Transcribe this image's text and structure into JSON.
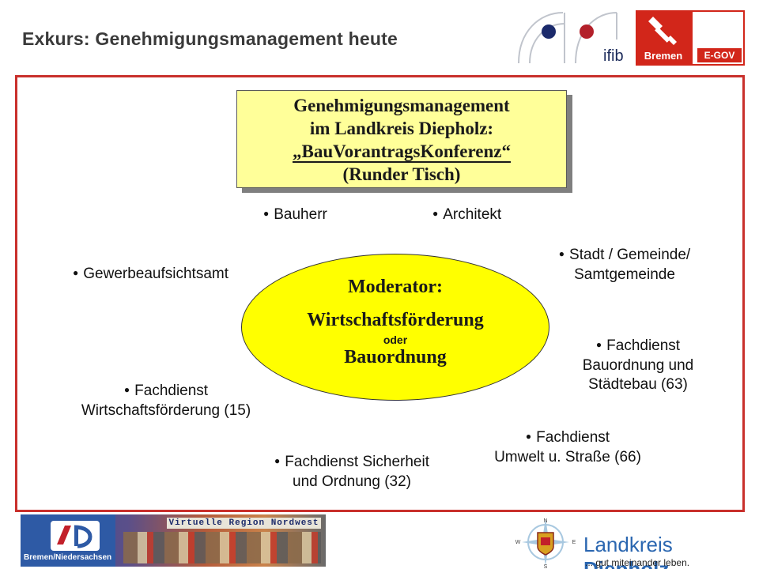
{
  "header": {
    "title": "Exkurs: Genehmigungsmanagement heute",
    "ifib_logo_text": "ifib",
    "bremen_logo_text": "Bremen",
    "egov_logo_text": "E-GOV"
  },
  "diagram": {
    "title_lines": [
      "Genehmigungsmanagement",
      "im Landkreis Diepholz:",
      "„BauVorantragsKonferenz“",
      "(Runder Tisch)"
    ],
    "title_box_color": "#ffff99",
    "moderator": {
      "line1": "Moderator:",
      "line2": "Wirtschaftsförderung",
      "line3": "oder",
      "line4": "Bauordnung",
      "color": "#ffff00"
    },
    "participants": {
      "bauherr": "Bauherr",
      "architekt": "Architekt",
      "stadt_line1": "Stadt / Gemeinde/",
      "stadt_line2": "Samtgemeinde",
      "gewerbe": "Gewerbeaufsichtsamt",
      "bauordnung_line1": "Fachdienst",
      "bauordnung_line2": "Bauordnung und",
      "bauordnung_line3": "Städtebau (63)",
      "wirtschaft_line1": "Fachdienst",
      "wirtschaft_line2": "Wirtschaftsförderung (15)",
      "umwelt_line1": "Fachdienst",
      "umwelt_line2": "Umwelt u. Straße (66)",
      "sicherheit_line1": "Fachdienst Sicherheit",
      "sicherheit_line2": "und Ordnung (32)"
    },
    "bullet": "●",
    "frame_color": "#c9302c"
  },
  "footer": {
    "banner_header": "Virtuelle Region Nordwest",
    "banner_caption": "Bremen/Niedersachsen",
    "lk_name_part1": "Landkreis ",
    "lk_name_part2": "Diepholz",
    "lk_slogan": "... gut miteinander leben.",
    "compass_labels": {
      "n": "N",
      "e": "E",
      "s": "S",
      "w": "W"
    },
    "brand_blue": "#2a66b0"
  }
}
